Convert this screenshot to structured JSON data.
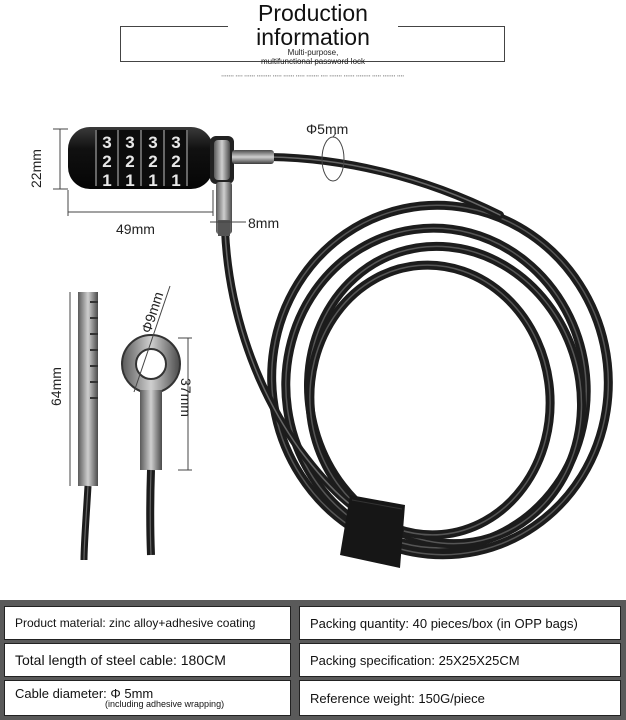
{
  "header": {
    "title_line1": "Production",
    "title_line2": "information",
    "subtitle_line1": "Multi-purpose,",
    "subtitle_line2": "multifunctional password lock"
  },
  "dimensions": {
    "lock_height": "22mm",
    "lock_width": "49mm",
    "cable_diameter": "Φ5mm",
    "joint_width": "8mm",
    "pin_length": "64mm",
    "ring_diameter": "Φ9mm",
    "ring_length": "37mm"
  },
  "lock_digits": {
    "row1": [
      "3",
      "3",
      "3",
      "3"
    ],
    "row2": [
      "2",
      "2",
      "2",
      "2"
    ],
    "row3": [
      "1",
      "1",
      "1",
      "1"
    ]
  },
  "specs": {
    "material": "Product material: zinc alloy+adhesive coating",
    "packing_quantity": "Packing quantity: 40 pieces/box (in OPP bags)",
    "cable_length": "Total length of steel cable: 180CM",
    "packing_spec": "Packing specification: 25X25X25CM",
    "cable_diameter_label": "Cable diameter: Φ 5mm",
    "cable_diameter_note": "(including adhesive wrapping)",
    "weight": "Reference weight: 150G/piece"
  }
}
